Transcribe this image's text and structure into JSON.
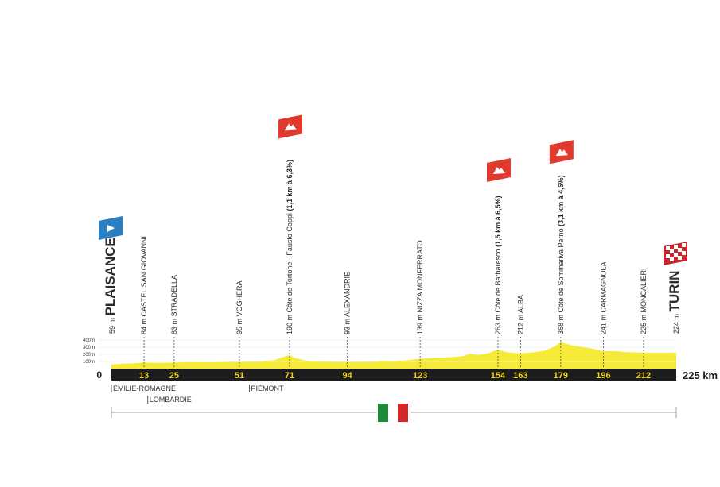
{
  "profile": {
    "total_km": 225,
    "start_km_label": "0",
    "end_km_label": "225 km",
    "altitude_scale": [
      "400m",
      "300m",
      "200m",
      "100m"
    ],
    "colors": {
      "profile_fill": "#f5ea37",
      "ribbon": "#1c1c1c",
      "tick_text": "#f2d21b",
      "climb_flag": "#e03a2f",
      "start_flag": "#2a7fc1"
    },
    "elevation": [
      [
        0,
        59
      ],
      [
        5,
        70
      ],
      [
        10,
        78
      ],
      [
        13,
        84
      ],
      [
        18,
        80
      ],
      [
        25,
        83
      ],
      [
        30,
        90
      ],
      [
        38,
        88
      ],
      [
        45,
        92
      ],
      [
        51,
        95
      ],
      [
        58,
        100
      ],
      [
        65,
        120
      ],
      [
        69,
        170
      ],
      [
        71,
        190
      ],
      [
        73,
        150
      ],
      [
        78,
        108
      ],
      [
        85,
        100
      ],
      [
        90,
        96
      ],
      [
        94,
        93
      ],
      [
        100,
        96
      ],
      [
        105,
        100
      ],
      [
        108,
        112
      ],
      [
        112,
        104
      ],
      [
        118,
        118
      ],
      [
        123,
        139
      ],
      [
        128,
        150
      ],
      [
        135,
        160
      ],
      [
        140,
        175
      ],
      [
        143,
        210
      ],
      [
        146,
        190
      ],
      [
        150,
        215
      ],
      [
        152,
        240
      ],
      [
        154,
        263
      ],
      [
        157,
        235
      ],
      [
        160,
        220
      ],
      [
        163,
        212
      ],
      [
        167,
        225
      ],
      [
        172,
        245
      ],
      [
        176,
        300
      ],
      [
        179,
        368
      ],
      [
        183,
        330
      ],
      [
        188,
        300
      ],
      [
        193,
        270
      ],
      [
        196,
        241
      ],
      [
        200,
        248
      ],
      [
        205,
        232
      ],
      [
        212,
        225
      ],
      [
        218,
        222
      ],
      [
        225,
        224
      ]
    ],
    "ticks": [
      {
        "km": 13,
        "label": "13"
      },
      {
        "km": 25,
        "label": "25"
      },
      {
        "km": 51,
        "label": "51"
      },
      {
        "km": 71,
        "label": "71"
      },
      {
        "km": 94,
        "label": "94"
      },
      {
        "km": 123,
        "label": "123"
      },
      {
        "km": 154,
        "label": "154"
      },
      {
        "km": 163,
        "label": "163"
      },
      {
        "km": 179,
        "label": "179"
      },
      {
        "km": 196,
        "label": "196"
      },
      {
        "km": 212,
        "label": "212"
      }
    ],
    "waypoints": [
      {
        "km": 0,
        "alt": "59 m",
        "name": "PLAISANCE",
        "detail": "",
        "kind": "start"
      },
      {
        "km": 13,
        "alt": "84 m",
        "name": "CASTEL SAN GIOVANNI",
        "detail": "",
        "kind": "town"
      },
      {
        "km": 25,
        "alt": "83 m",
        "name": "STRADELLA",
        "detail": "",
        "kind": "town"
      },
      {
        "km": 51,
        "alt": "95 m",
        "name": "VOGHERA",
        "detail": "",
        "kind": "town"
      },
      {
        "km": 71,
        "alt": "190 m",
        "name": "Côte de Tortone - Fausto Coppi",
        "detail": "(1,1 km à 6,3%)",
        "kind": "climb"
      },
      {
        "km": 94,
        "alt": "93 m",
        "name": "ALEXANDRIE",
        "detail": "",
        "kind": "town"
      },
      {
        "km": 123,
        "alt": "139 m",
        "name": "NIZZA MONFERRATO",
        "detail": "",
        "kind": "town"
      },
      {
        "km": 154,
        "alt": "263 m",
        "name": "Côte de Barbaresco",
        "detail": "(1,5 km à 6,5%)",
        "kind": "climb"
      },
      {
        "km": 163,
        "alt": "212 m",
        "name": "ALBA",
        "detail": "",
        "kind": "town"
      },
      {
        "km": 179,
        "alt": "368 m",
        "name": "Côte de Sommariva Perno",
        "detail": "(3,1 km à 4,6%)",
        "kind": "climb"
      },
      {
        "km": 196,
        "alt": "241 m",
        "name": "CARMAGNOLA",
        "detail": "",
        "kind": "town"
      },
      {
        "km": 212,
        "alt": "225 m",
        "name": "MONCALIERI",
        "detail": "",
        "kind": "town"
      },
      {
        "km": 225,
        "alt": "224 m",
        "name": "TURIN",
        "detail": "",
        "kind": "finish"
      }
    ],
    "regions": [
      {
        "km": 0,
        "label": "ÉMILIE-ROMAGNE",
        "row": 0
      },
      {
        "km": 14.5,
        "label": "LOMBARDIE",
        "row": 1
      },
      {
        "km": 55,
        "label": "PIÉMONT",
        "row": 0
      }
    ],
    "country_flag": [
      "#1d8a3a",
      "#ffffff",
      "#d5262c"
    ]
  }
}
